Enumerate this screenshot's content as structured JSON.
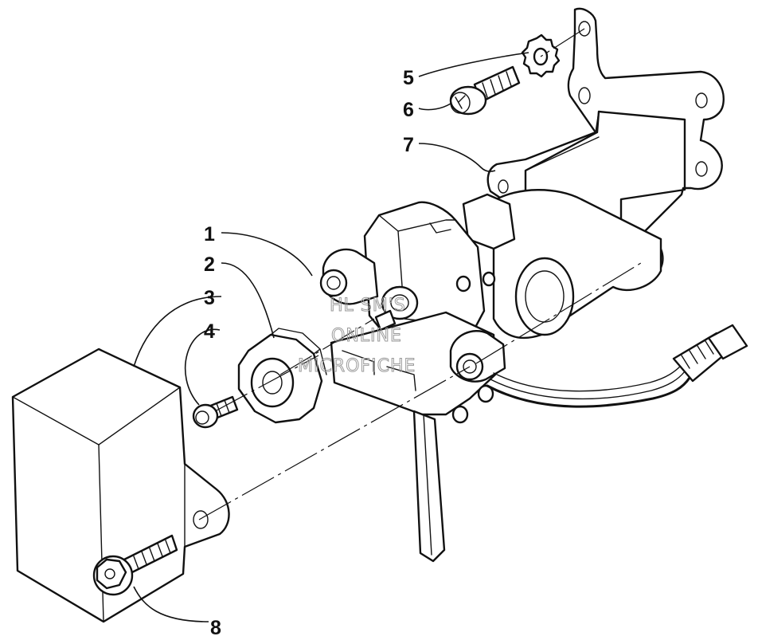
{
  "diagram": {
    "callouts": [
      "1",
      "2",
      "3",
      "4",
      "5",
      "6",
      "7",
      "8"
    ],
    "watermark_lines": [
      "HL SM'S",
      "ONLINE",
      "MICROFICHE"
    ]
  }
}
